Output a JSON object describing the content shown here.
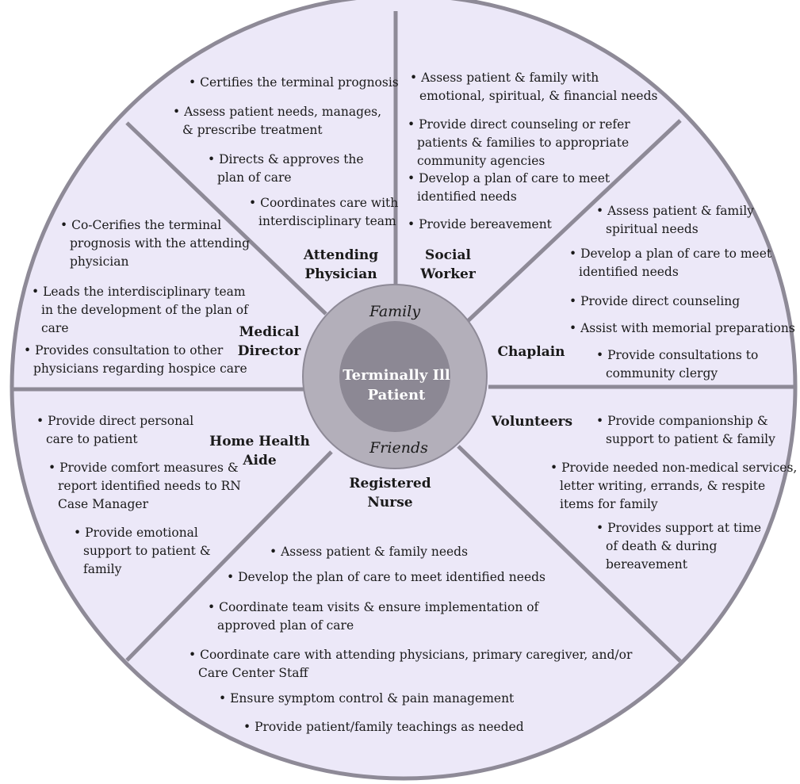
{
  "colors": {
    "segment_fill": "#ece8f8",
    "outline": "#8e8a97",
    "outer_ring": "#b3afba",
    "inner_circle": "#8c8894",
    "text": "#1a1a1a",
    "center_text": "#ffffff"
  },
  "center": {
    "title": "Terminally Ill\nPatient",
    "top_label": "Family",
    "bottom_label": "Friends"
  },
  "segments": {
    "attending_physician": {
      "role": "Attending\nPhysician",
      "items": [
        "Certifies the terminal prognosis",
        "Assess patient needs, manages, & prescribe treatment",
        "Directs & approves the plan of care",
        "Coordinates care with interdisciplinary team"
      ]
    },
    "social_worker": {
      "role": "Social\nWorker",
      "items": [
        "Assess patient & family with emotional, spiritual, & financial needs",
        "Provide direct counseling or refer patients & families to appropriate community agencies",
        "Develop a plan of care to meet identified needs",
        "Provide bereavement"
      ]
    },
    "chaplain": {
      "role": "Chaplain",
      "items": [
        "Assess patient & family spiritual needs",
        "Develop a plan of care to meet identified needs",
        "Provide direct counseling",
        "Assist with memorial preparations",
        "Provide consultations to community clergy"
      ]
    },
    "volunteers": {
      "role": "Volunteers",
      "items": [
        "Provide companionship & support to patient & family",
        "Provide needed non-medical services, letter writing, errands, & respite items for family",
        "Provides support at time of death & during bereavement"
      ]
    },
    "registered_nurse": {
      "role": "Registered\nNurse",
      "items": [
        "Assess patient & family needs",
        "Develop the plan of care to meet identified needs",
        "Coordinate team visits & ensure implementation of approved plan of care",
        "Coordinate care with attending physicians, primary caregiver, and/or Care Center Staff",
        "Ensure symptom control & pain management",
        "Provide patient/family teachings as needed"
      ]
    },
    "home_health_aide": {
      "role": "Home Health\nAide",
      "items": [
        "Provide direct personal care to patient",
        "Provide comfort measures & report identified needs to RN Case Manager",
        "Provide emotional support to patient & family"
      ]
    },
    "medical_director": {
      "role": "Medical\nDirector",
      "items": [
        "Co-Cerifies the terminal prognosis with the attending physician",
        "Leads the interdisciplinary team in the development of the plan of care",
        "Provides consultation to other physicians regarding hospice care"
      ]
    }
  }
}
